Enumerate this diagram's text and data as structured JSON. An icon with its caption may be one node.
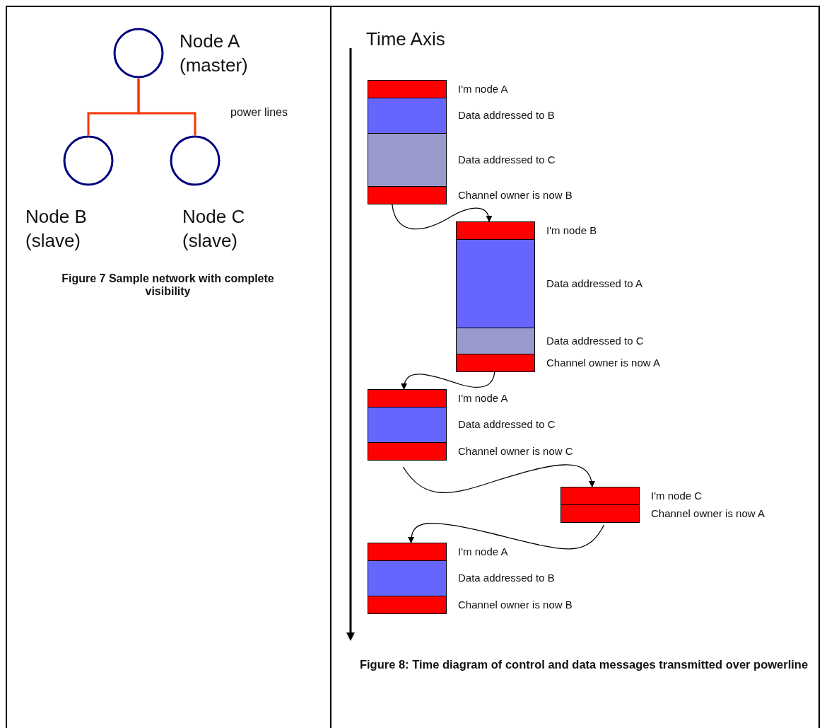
{
  "diagram": {
    "nodes": [
      {
        "text": [
          "Node A (master)"
        ]
      },
      {
        "text": [
          "Node B (slave)"
        ]
      },
      {
        "text": [
          "Node C (slave)"
        ]
      },
      {
        "text": [
          "I'm node A",
          "Data addressed to B",
          "Data addressed to C",
          "Channel owner is now B"
        ]
      },
      {
        "text": [
          "I'm node B",
          "Data addressed to A",
          "Data addressed to C",
          "Channel owner is now A"
        ]
      },
      {
        "text": [
          "I'm node A",
          "Data addressed to C",
          "Channel owner is now C"
        ]
      },
      {
        "text": [
          "I'm node C",
          "Channel owner is now A"
        ]
      },
      {
        "text": [
          "I'm node A",
          "Data addressed to B",
          "Channel owner is now B"
        ]
      }
    ],
    "edges": [
      {
        "from": 0,
        "to": 1,
        "arrow": "none",
        "color": "#ff3300"
      },
      {
        "from": 0,
        "to": 2,
        "arrow": "none",
        "color": "#ff3300"
      },
      {
        "from": 3,
        "to": 4,
        "arrow": "to"
      },
      {
        "from": 4,
        "to": 5,
        "arrow": "to"
      },
      {
        "from": 5,
        "to": 6,
        "arrow": "to"
      },
      {
        "from": 6,
        "to": 7,
        "arrow": "to"
      }
    ],
    "labels": [
      "power lines",
      "Figure 7 Sample network with complete visibility",
      "Time Axis",
      "Figure 8: Time diagram of control and data messages transmitted over powerline"
    ]
  }
}
